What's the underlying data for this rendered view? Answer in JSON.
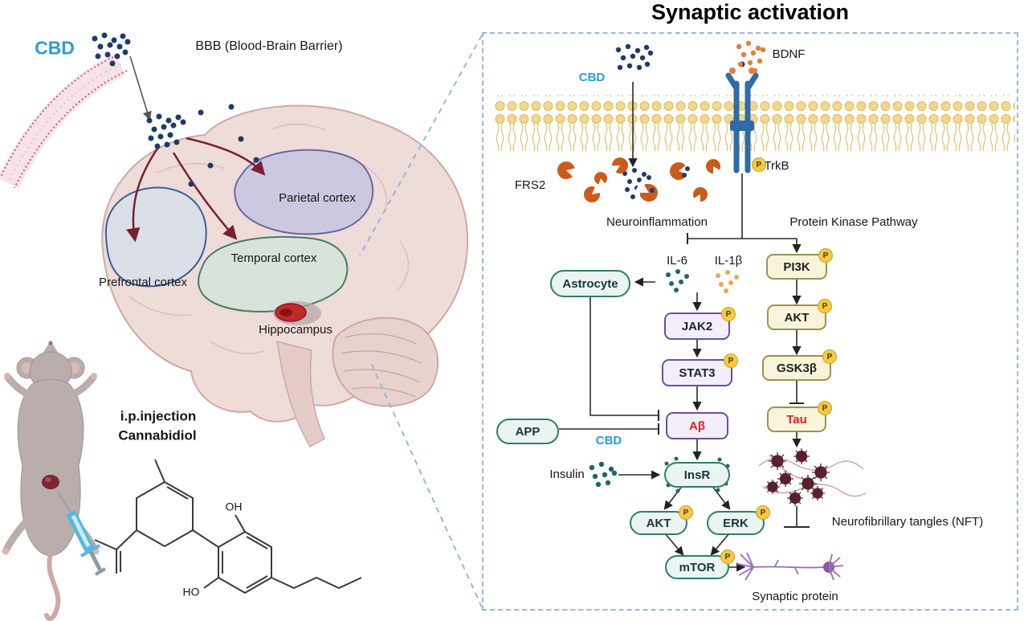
{
  "colors": {
    "cbd_blue": "#2e9bd6",
    "dot_navy": "#1e3a6e",
    "bdnf_orange": "#e0803a",
    "membrane_yellow": "#f2d88e",
    "teal_node_border": "#2e7d6e",
    "purple_node_border": "#6a4fa0",
    "yellow_node_border": "#9a9350",
    "red_text": "#e02020",
    "dark_red_arrow": "#7a2030",
    "panel_dash_blue": "#9ab8d8",
    "phospho_yellow": "#f6c945"
  },
  "left": {
    "cbd_label": "CBD",
    "bbb_label": "BBB (Blood-Brain Barrier)",
    "parietal_label": "Parietal cortex",
    "temporal_label": "Temporal cortex",
    "prefrontal_label": "Prefrontal cortex",
    "hippocampus_label": "Hippocampus",
    "injection_label_line1": "i.p.injection",
    "injection_label_line2": "Cannabidiol",
    "chem_oh": "OH",
    "chem_ho": "HO"
  },
  "panel": {
    "title": "Synaptic activation",
    "cbd_label": "CBD",
    "bdnf_label": "BDNF",
    "frs2_label": "FRS2",
    "trkb_label": "TrkB",
    "phospho_badge": "P",
    "neuroinflammation_label": "Neuroinflammation",
    "protein_kinase_label": "Protein Kinase Pathway",
    "il6_label": "IL-6",
    "il1b_label": "IL-1β",
    "astrocyte_label": "Astrocyte",
    "jak2_label": "JAK2",
    "stat3_label": "STAT3",
    "abeta_label": "Aβ",
    "app_label": "APP",
    "cbd_inhibitor_label": "CBD",
    "insulin_label": "Insulin",
    "insr_label": "InsR",
    "akt_left_label": "AKT",
    "erk_label": "ERK",
    "mtor_label": "mTOR",
    "pi3k_label": "PI3K",
    "akt_right_label": "AKT",
    "gsk3b_label": "GSK3β",
    "tau_label": "Tau",
    "nft_label": "Neurofibrillary tangles (NFT)",
    "synaptic_protein_label": "Synaptic protein"
  }
}
